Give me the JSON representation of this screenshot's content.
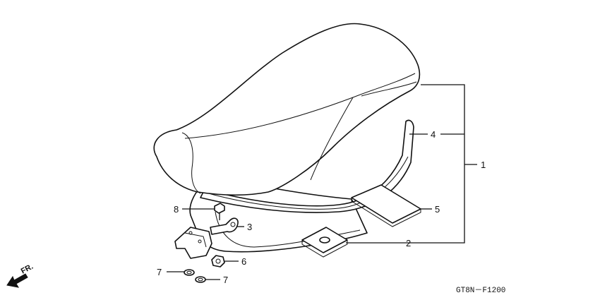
{
  "diagram": {
    "code": "GT8N－F1200",
    "direction_label": "FR.",
    "callouts": [
      {
        "id": "c1",
        "number": "1"
      },
      {
        "id": "c2",
        "number": "2"
      },
      {
        "id": "c3",
        "number": "3"
      },
      {
        "id": "c4",
        "number": "4"
      },
      {
        "id": "c5",
        "number": "5"
      },
      {
        "id": "c6",
        "number": "6"
      },
      {
        "id": "c7a",
        "number": "7"
      },
      {
        "id": "c7b",
        "number": "7"
      },
      {
        "id": "c8",
        "number": "8"
      }
    ]
  }
}
